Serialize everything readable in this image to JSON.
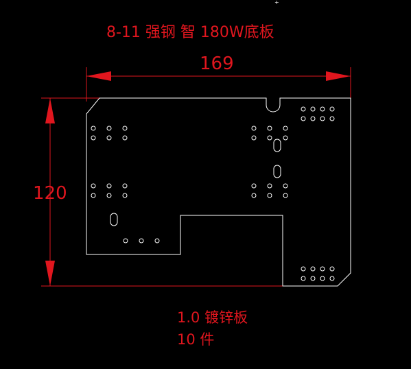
{
  "drawing": {
    "title": "8-11 强钢 智 180W底板",
    "dim_width": "169",
    "dim_height": "120",
    "material": "1.0 镀锌板",
    "quantity": "10 件",
    "cursor": "+"
  },
  "colors": {
    "background": "#000000",
    "dimension": "#e0161e",
    "outline": "#ffffff"
  }
}
